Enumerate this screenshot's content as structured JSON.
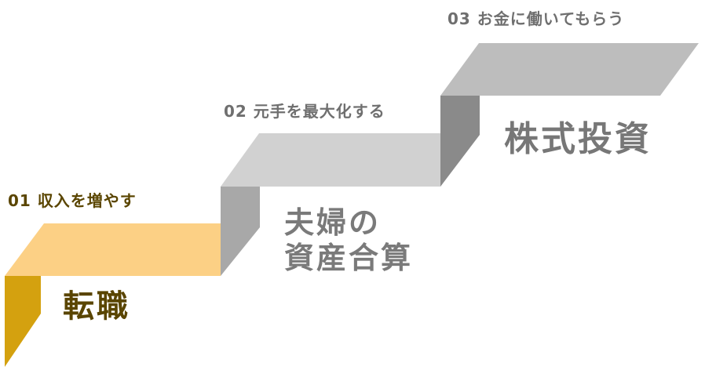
{
  "steps": [
    {
      "label": "01 収入を増やす",
      "title": "転職",
      "color": "#fcd085",
      "side_color": "#d4a10f"
    },
    {
      "label": "02 元手を最大化する",
      "title": "夫婦の\n資産合算",
      "color": "#d1d1d1",
      "side_color": "#a8a8a8"
    },
    {
      "label": "03 お金に働いてもらう",
      "title": "株式投資",
      "color": "#bdbdbd",
      "side_color": "#8a8a8a"
    }
  ]
}
